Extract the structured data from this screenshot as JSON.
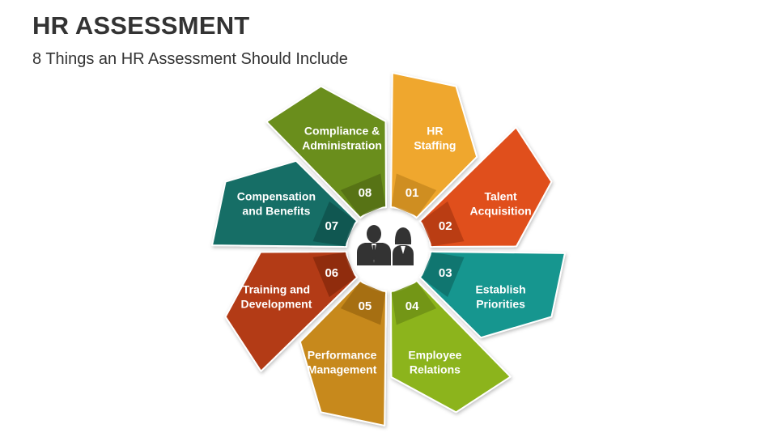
{
  "header": {
    "title": "HR ASSESSMENT",
    "subtitle": "8 Things an HR Assessment Should Include"
  },
  "center_icon": "business-people-icon",
  "segments": [
    {
      "number": "01",
      "line1": "HR",
      "line2": "Staffing",
      "color": "#EFA72E",
      "badge_color": "#C98A1E"
    },
    {
      "number": "02",
      "line1": "Talent",
      "line2": "Acquisition",
      "color": "#E0501F",
      "badge_color": "#B33A12"
    },
    {
      "number": "03",
      "line1": "Establish",
      "line2": "Priorities",
      "color": "#15968F",
      "badge_color": "#0F716B"
    },
    {
      "number": "04",
      "line1": "Employee",
      "line2": "Relations",
      "color": "#8CB41F",
      "badge_color": "#6E9015"
    },
    {
      "number": "05",
      "line1": "Performance",
      "line2": "Management",
      "color": "#C7891B",
      "badge_color": "#A06B10"
    },
    {
      "number": "06",
      "line1": "Training and",
      "line2": "Development",
      "color": "#B33A15",
      "badge_color": "#8A2A0C"
    },
    {
      "number": "07",
      "line1": "Compensation",
      "line2": "and Benefits",
      "color": "#156E66",
      "badge_color": "#0F534D"
    },
    {
      "number": "08",
      "line1": "Compliance &",
      "line2": "Administration",
      "color": "#6B8E1E",
      "badge_color": "#536F14"
    }
  ]
}
